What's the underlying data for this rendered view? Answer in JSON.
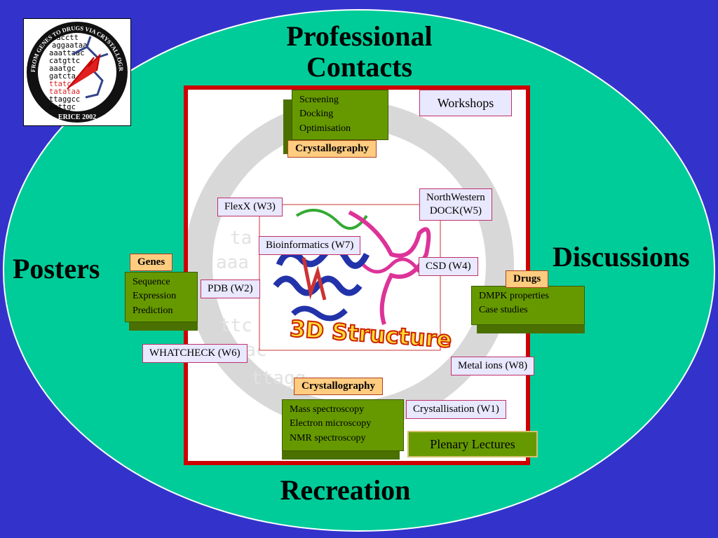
{
  "headings": {
    "top": "Professional\nContacts",
    "left": "Posters",
    "right": "Discussions",
    "bottom": "Recreation"
  },
  "logo": {
    "ring_text": "FROM GENES TO DRUGS VIA CRYSTALLOGRAPHY",
    "bottom_text": "ERICE 2002",
    "seq_lines": [
      "aacctt",
      "aggaataa",
      "aaattaac",
      "catgttc",
      "aaatgc",
      "gatcta",
      "ttatc",
      "tatataa",
      "ttaggcc",
      "aattgc"
    ]
  },
  "center_image": {
    "caption": "3D Structure"
  },
  "workshops": "Workshops",
  "top_box": {
    "lines": [
      "Screening",
      "Docking",
      "Optimisation"
    ],
    "tag": "Crystallography"
  },
  "left_box": {
    "tag": "Genes",
    "lines": [
      "Sequence",
      "Expression",
      "Prediction"
    ]
  },
  "right_box": {
    "tag": "Drugs",
    "lines": [
      "DMPK properties",
      "Case studies"
    ]
  },
  "bottom_box": {
    "tag": "Crystallography",
    "lines": [
      "Mass spectroscopy",
      "Electron microscopy",
      "NMR spectroscopy"
    ]
  },
  "plenary": "Plenary Lectures",
  "workshop_items": {
    "flexx": "FlexX (W3)",
    "northwestern": "NorthWestern\nDOCK(W5)",
    "bioinformatics": "Bioinformatics (W7)",
    "csd": "CSD (W4)",
    "pdb": "PDB (W2)",
    "whatcheck": "WHATCHECK (W6)",
    "metal": "Metal ions (W8)",
    "crystallisation": "Crystallisation (W1)"
  },
  "colors": {
    "background": "#3333cc",
    "oval": "#00cc99",
    "frame": "#cc0000",
    "green_box": "#669900",
    "orange_tag": "#ffcc80"
  }
}
